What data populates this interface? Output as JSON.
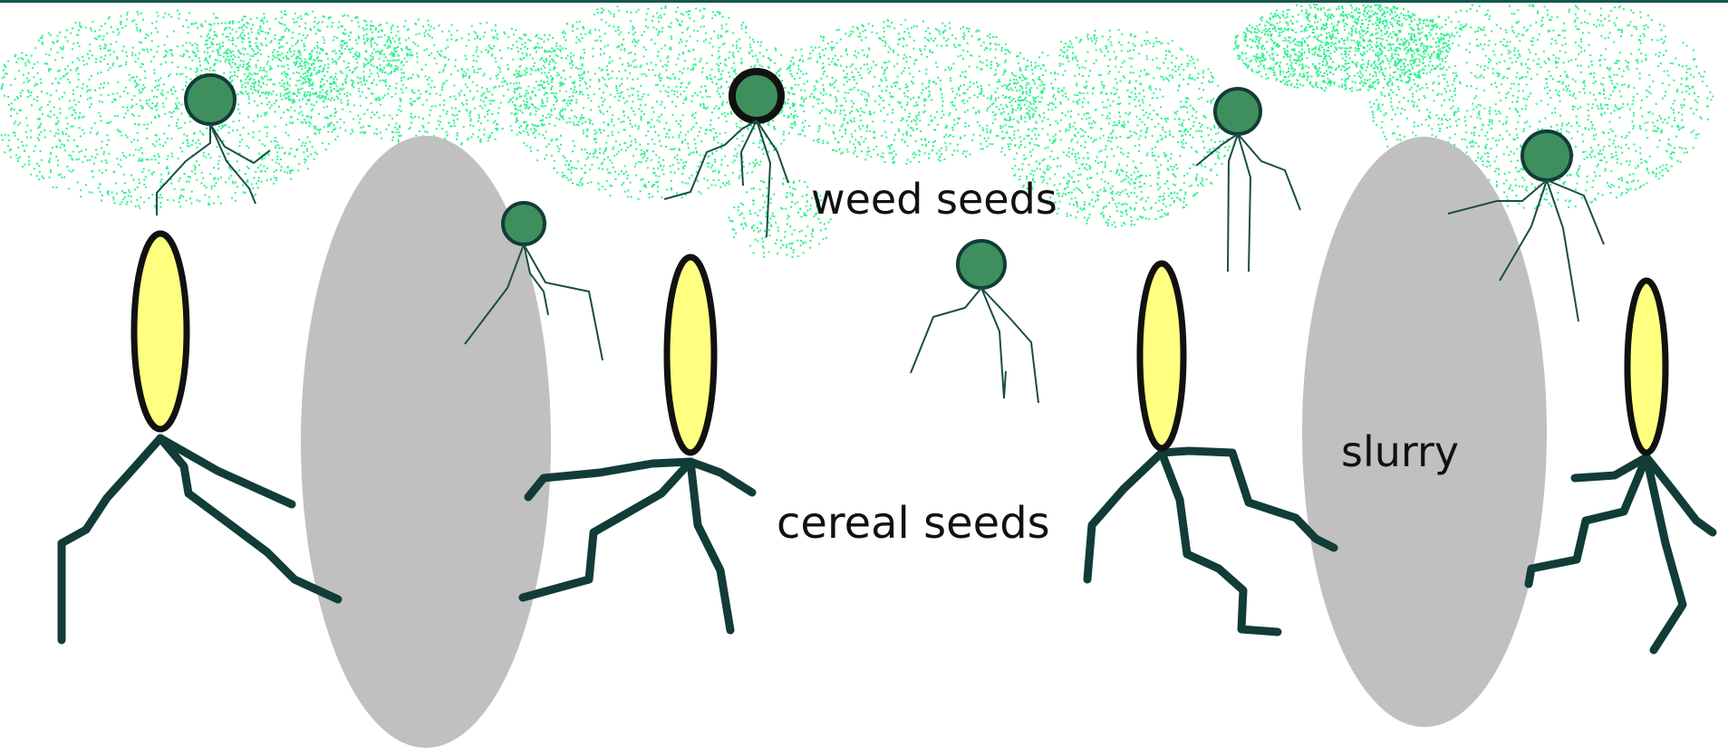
{
  "labels": {
    "weed_seeds": "weed seeds",
    "cereal_seeds": "cereal seeds",
    "slurry": "slurry"
  },
  "colors": {
    "background": "#ffffff",
    "weed_haze": "#2ef28a",
    "seed_fill": "#ffff80",
    "seed_outline": "#111111",
    "root": "#113c38",
    "weed_seed_fill": "#3f8f5e",
    "slurry": "#c0c0c0",
    "top_border": "#14564f"
  },
  "icons": {
    "cereal_seed": "cereal-seed-icon",
    "weed_seed": "weed-seed-icon",
    "slurry": "slurry-blob"
  }
}
